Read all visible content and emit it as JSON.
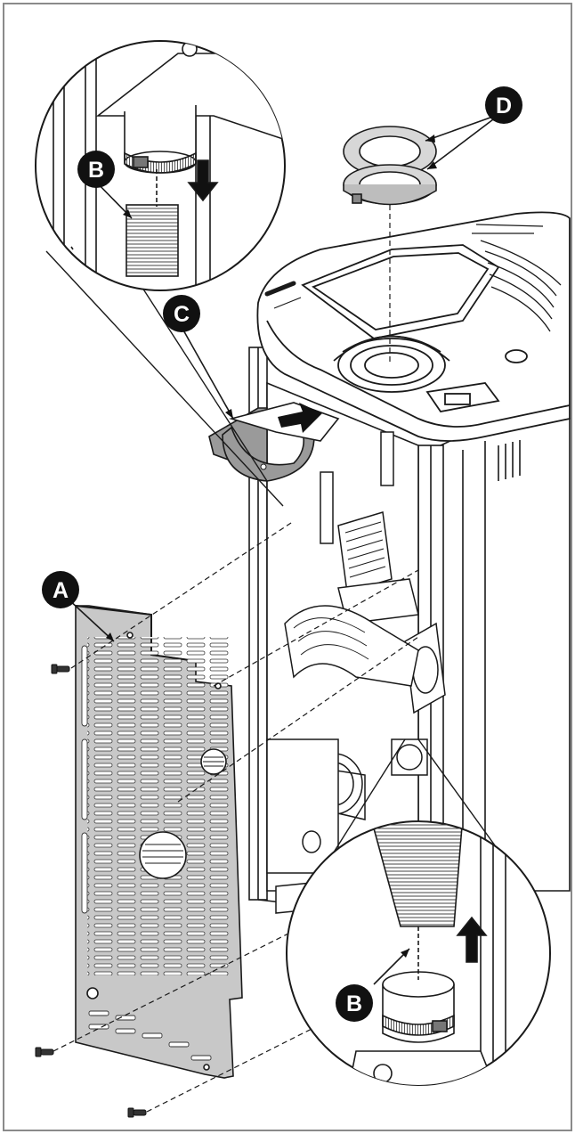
{
  "figure": {
    "border_color": "#8a8a8a",
    "line_color": "#1a1a1a",
    "panel_fill": "#c8c8c8",
    "bracket_fill": "#9a9a9a",
    "callout_fill": "#111111",
    "callout_text_color": "#ffffff"
  },
  "callouts": {
    "a": "A",
    "b_top": "B",
    "b_bottom": "B",
    "c": "C",
    "d": "D"
  }
}
